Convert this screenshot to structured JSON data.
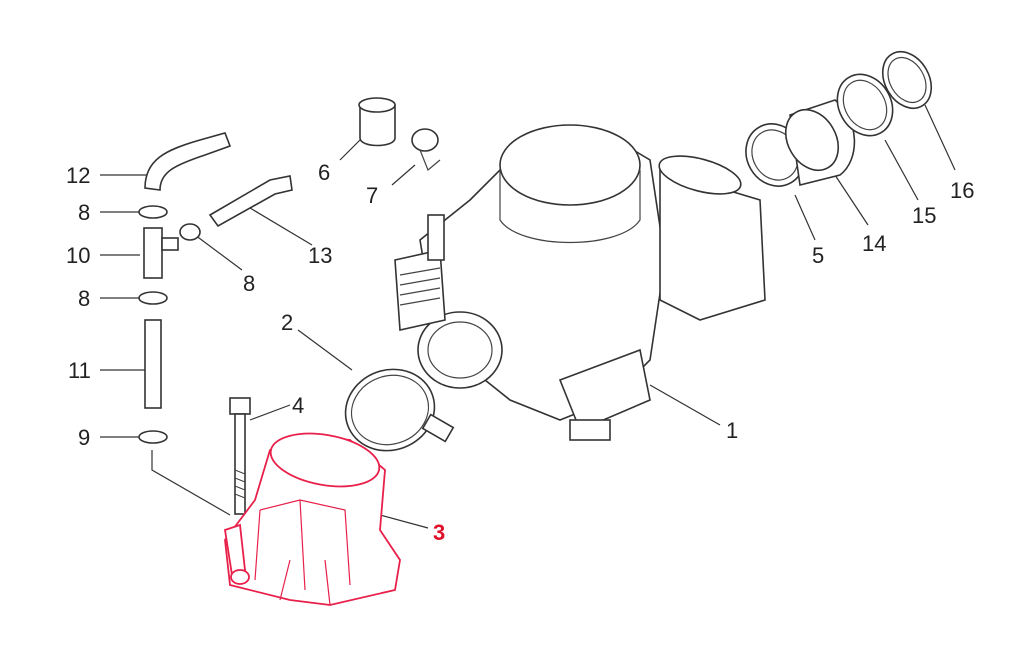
{
  "diagram": {
    "highlight_color": "#e0102a",
    "highlighted_part": "3",
    "labels": [
      {
        "id": "p12",
        "text": "12"
      },
      {
        "id": "p8a",
        "text": "8"
      },
      {
        "id": "p10",
        "text": "10"
      },
      {
        "id": "p8b",
        "text": "8"
      },
      {
        "id": "p11",
        "text": "11"
      },
      {
        "id": "p9",
        "text": "9"
      },
      {
        "id": "p6",
        "text": "6"
      },
      {
        "id": "p7",
        "text": "7"
      },
      {
        "id": "p13",
        "text": "13"
      },
      {
        "id": "p8c",
        "text": "8"
      },
      {
        "id": "p2",
        "text": "2"
      },
      {
        "id": "p4",
        "text": "4"
      },
      {
        "id": "p3",
        "text": "3"
      },
      {
        "id": "p1",
        "text": "1"
      },
      {
        "id": "p5",
        "text": "5"
      },
      {
        "id": "p14",
        "text": "14"
      },
      {
        "id": "p15",
        "text": "15"
      },
      {
        "id": "p16",
        "text": "16"
      }
    ]
  }
}
